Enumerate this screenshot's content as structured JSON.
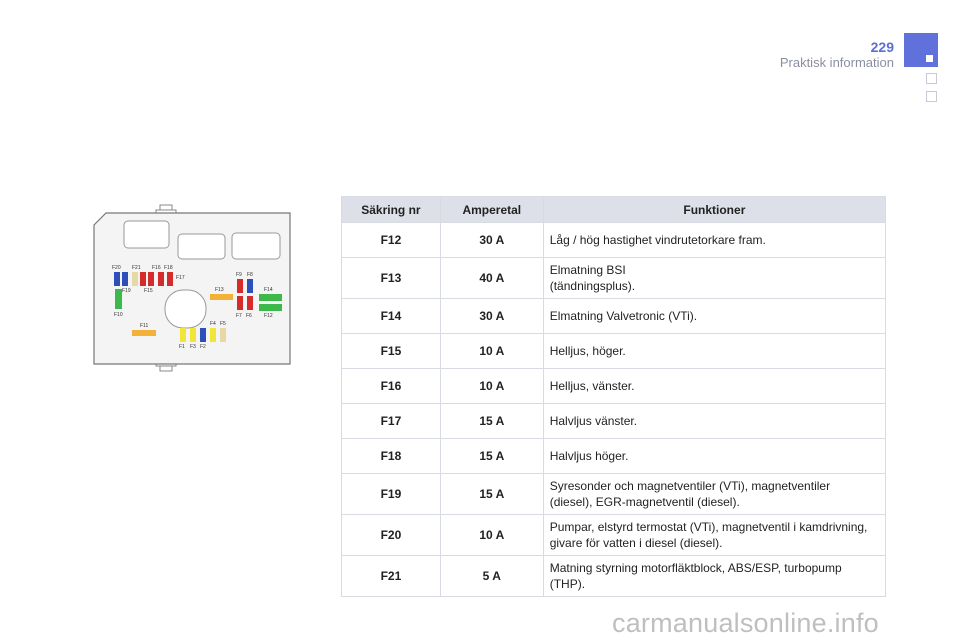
{
  "header": {
    "page_number": "229",
    "section_title": "Praktisk information"
  },
  "diagram": {
    "labels": [
      "F20",
      "F21",
      "F16",
      "F18",
      "F17",
      "F19",
      "F15",
      "F9",
      "F8",
      "F14",
      "F13",
      "F10",
      "F7",
      "F6",
      "F12",
      "F11",
      "F4",
      "F5",
      "F1",
      "F3",
      "F2"
    ]
  },
  "table": {
    "headers": [
      "Säkring nr",
      "Amperetal",
      "Funktioner"
    ],
    "rows": [
      {
        "fuse": "F12",
        "amp": "30 A",
        "func": "Låg / hög hastighet vindrutetorkare fram."
      },
      {
        "fuse": "F13",
        "amp": "40 A",
        "func": "Elmatning BSI\n(tändningsplus)."
      },
      {
        "fuse": "F14",
        "amp": "30 A",
        "func": "Elmatning Valvetronic (VTi)."
      },
      {
        "fuse": "F15",
        "amp": "10 A",
        "func": "Helljus, höger."
      },
      {
        "fuse": "F16",
        "amp": "10 A",
        "func": "Helljus, vänster."
      },
      {
        "fuse": "F17",
        "amp": "15 A",
        "func": "Halvljus vänster."
      },
      {
        "fuse": "F18",
        "amp": "15 A",
        "func": "Halvljus höger."
      },
      {
        "fuse": "F19",
        "amp": "15 A",
        "func": "Syresonder och magnetventiler (VTi), magnetventiler\n(diesel), EGR-magnetventil (diesel)."
      },
      {
        "fuse": "F20",
        "amp": "10 A",
        "func": "Pumpar, elstyrd termostat (VTi), magnetventil i kamdrivning,\ngivare för vatten i diesel (diesel)."
      },
      {
        "fuse": "F21",
        "amp": "5 A",
        "func": "Matning styrning motorfläktblock, ABS/ESP, turbopump\n(THP)."
      }
    ]
  },
  "watermark": "carmanualsonline.info",
  "colors": {
    "accent": "#6071dc",
    "fuse_red": "#d62b2b",
    "fuse_blue": "#2f4fb8",
    "fuse_green": "#3db84a",
    "fuse_yellow": "#f2e53a",
    "fuse_orange": "#f3b13a",
    "fuse_beige": "#e6d9a6"
  }
}
